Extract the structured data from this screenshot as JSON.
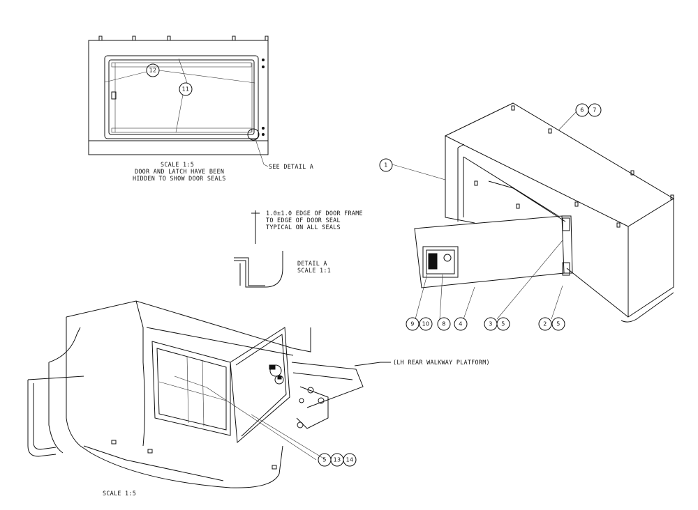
{
  "top_view": {
    "scale_note": "SCALE  1:5",
    "note_line1": "DOOR AND LATCH HAVE BEEN",
    "note_line2": "HIDDEN TO SHOW DOOR SEALS",
    "detail_callout": "SEE DETAIL  A"
  },
  "detail_a": {
    "dim_line1": "1.0±1.0 EDGE OF DOOR FRAME",
    "dim_line2": "TO EDGE OF DOOR SEAL",
    "dim_line3": "TYPICAL ON ALL SEALS",
    "title": "DETAIL  A",
    "scale": "SCALE  1:1"
  },
  "bottom_view": {
    "platform_label": "(LH REAR WALKWAY PLATFORM)",
    "scale_note": "SCALE  1:5"
  },
  "balloons": {
    "b1": "1",
    "b2": "2",
    "b3": "3",
    "b4": "4",
    "b5": "5",
    "b6": "6",
    "b7": "7",
    "b8": "8",
    "b9": "9",
    "b10": "10",
    "b11": "11",
    "b12": "12",
    "b13": "13",
    "b14": "14"
  }
}
